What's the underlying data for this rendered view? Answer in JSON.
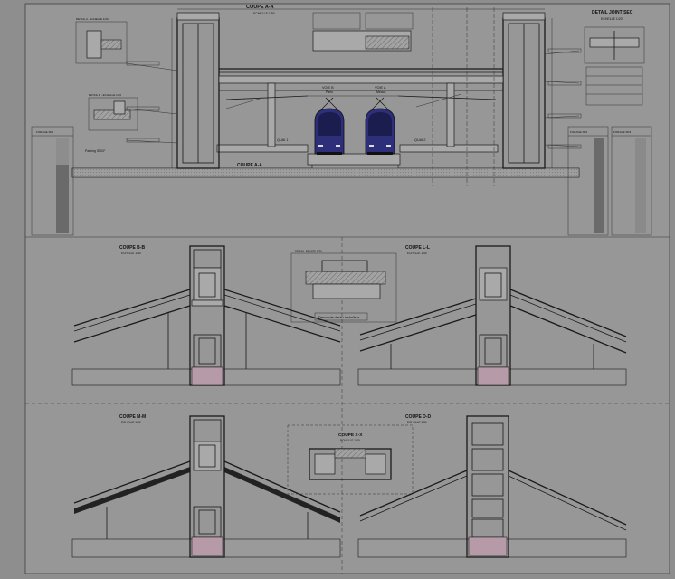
{
  "views": {
    "coupe_aa": {
      "title": "COUPE A-A",
      "scale": "ECHELLE 1/50"
    },
    "joint_sec": {
      "title": "DETAIL JOINT SEC",
      "scale": "ECHELLE 1/20"
    },
    "coupe_bb": {
      "title": "COUPE B-B",
      "scale": "ECHELLE 1/50"
    },
    "coupe_ll": {
      "title": "COUPE L-L",
      "scale": "ECHELLE 1/50"
    },
    "coupe_mm": {
      "title": "COUPE M-M",
      "scale": "ECHELLE 1/50"
    },
    "coupe_dd": {
      "title": "COUPE D-D",
      "scale": "ECHELLE 1/50"
    },
    "coupe_xx": {
      "title": "COUPE X-X",
      "scale": "ECHELLE 1/20"
    },
    "detail_palier": {
      "title": "DETAIL PALIER 1/20",
      "caption": "Descente d'eau à réaliser"
    },
    "detail_a": {
      "title": "DETAIL A - ECHELLE 1/20"
    },
    "detail_b": {
      "title": "DETAIL B - ECHELLE 1/20"
    }
  },
  "tracks": {
    "voie_b": {
      "label": "VOIE B",
      "sub": "Paris"
    },
    "voie_a": {
      "label": "VOIE A",
      "sub": "Meaux"
    },
    "quai_1": "QUAI 1",
    "quai_2": "QUAI 2"
  },
  "parking": "Parking SNCF",
  "soil_tables": {
    "left": {
      "header": "FORAGE SP1"
    },
    "right_a": {
      "header": "FORAGE SP2"
    },
    "right_b": {
      "header": "FORAGE SP3"
    }
  },
  "colors": {
    "background": "#8e8e8e",
    "sheet": "#9c9c9c",
    "tram_body": "#2d2f7a",
    "tram_dark": "#1c1d4f",
    "elevator_base": "#b79aa7"
  }
}
